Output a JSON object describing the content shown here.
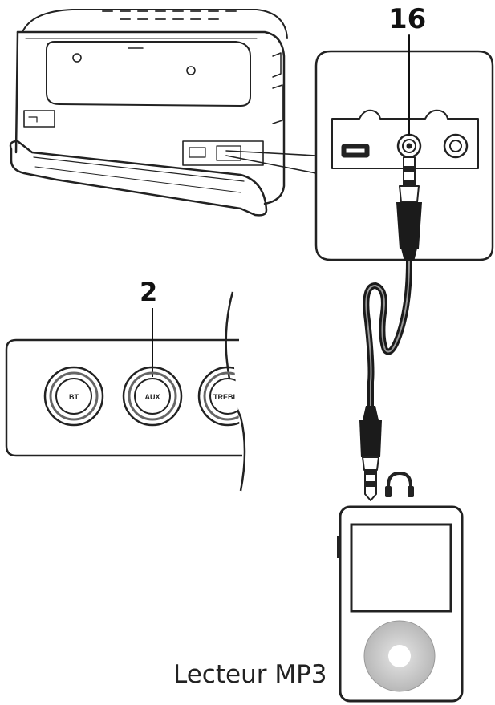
{
  "callouts": {
    "aux_input_number": "16",
    "aux_button_number": "2"
  },
  "buttons": {
    "bt": "BT",
    "aux": "AUX",
    "treble": "TREBLE"
  },
  "device": {
    "label": "Lecteur MP3"
  },
  "icons": {
    "headphone": "headphone-icon"
  }
}
